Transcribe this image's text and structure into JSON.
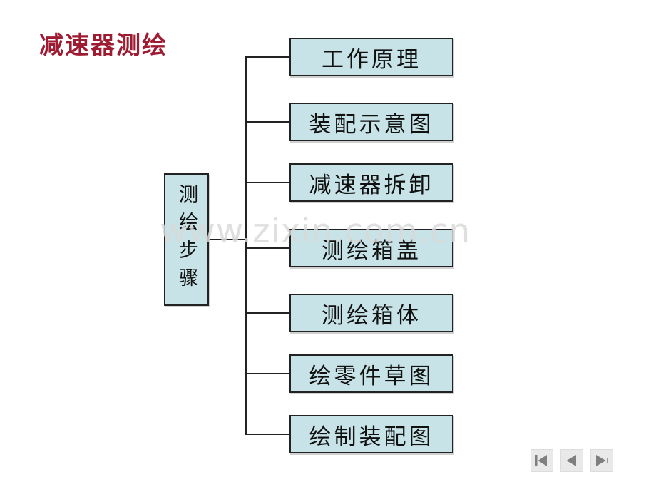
{
  "slide": {
    "title": "减速器测绘"
  },
  "colors": {
    "title_text": "#9e1b32",
    "box_fill": "#c7e3e7",
    "box_border": "#222222",
    "connector_line": "#222222",
    "watermark_text": "#d9d9d9",
    "nav_button_bg": "#e9e9e9",
    "nav_glyph": "#7f7f7f"
  },
  "diagram": {
    "root": {
      "label": "测绘步骤"
    },
    "steps": [
      {
        "label": "工作原理"
      },
      {
        "label": "装配示意图"
      },
      {
        "label": "减速器拆卸"
      },
      {
        "label": "测绘箱盖"
      },
      {
        "label": "测绘箱体"
      },
      {
        "label": "绘零件草图"
      },
      {
        "label": "绘制装配图"
      }
    ]
  },
  "watermark": {
    "text": "www.zixin.com.cn"
  },
  "nav": {
    "buttons": [
      {
        "name": "first",
        "icon": "go-first-icon"
      },
      {
        "name": "previous",
        "icon": "go-previous-icon"
      },
      {
        "name": "next",
        "icon": "go-next-icon"
      }
    ]
  }
}
